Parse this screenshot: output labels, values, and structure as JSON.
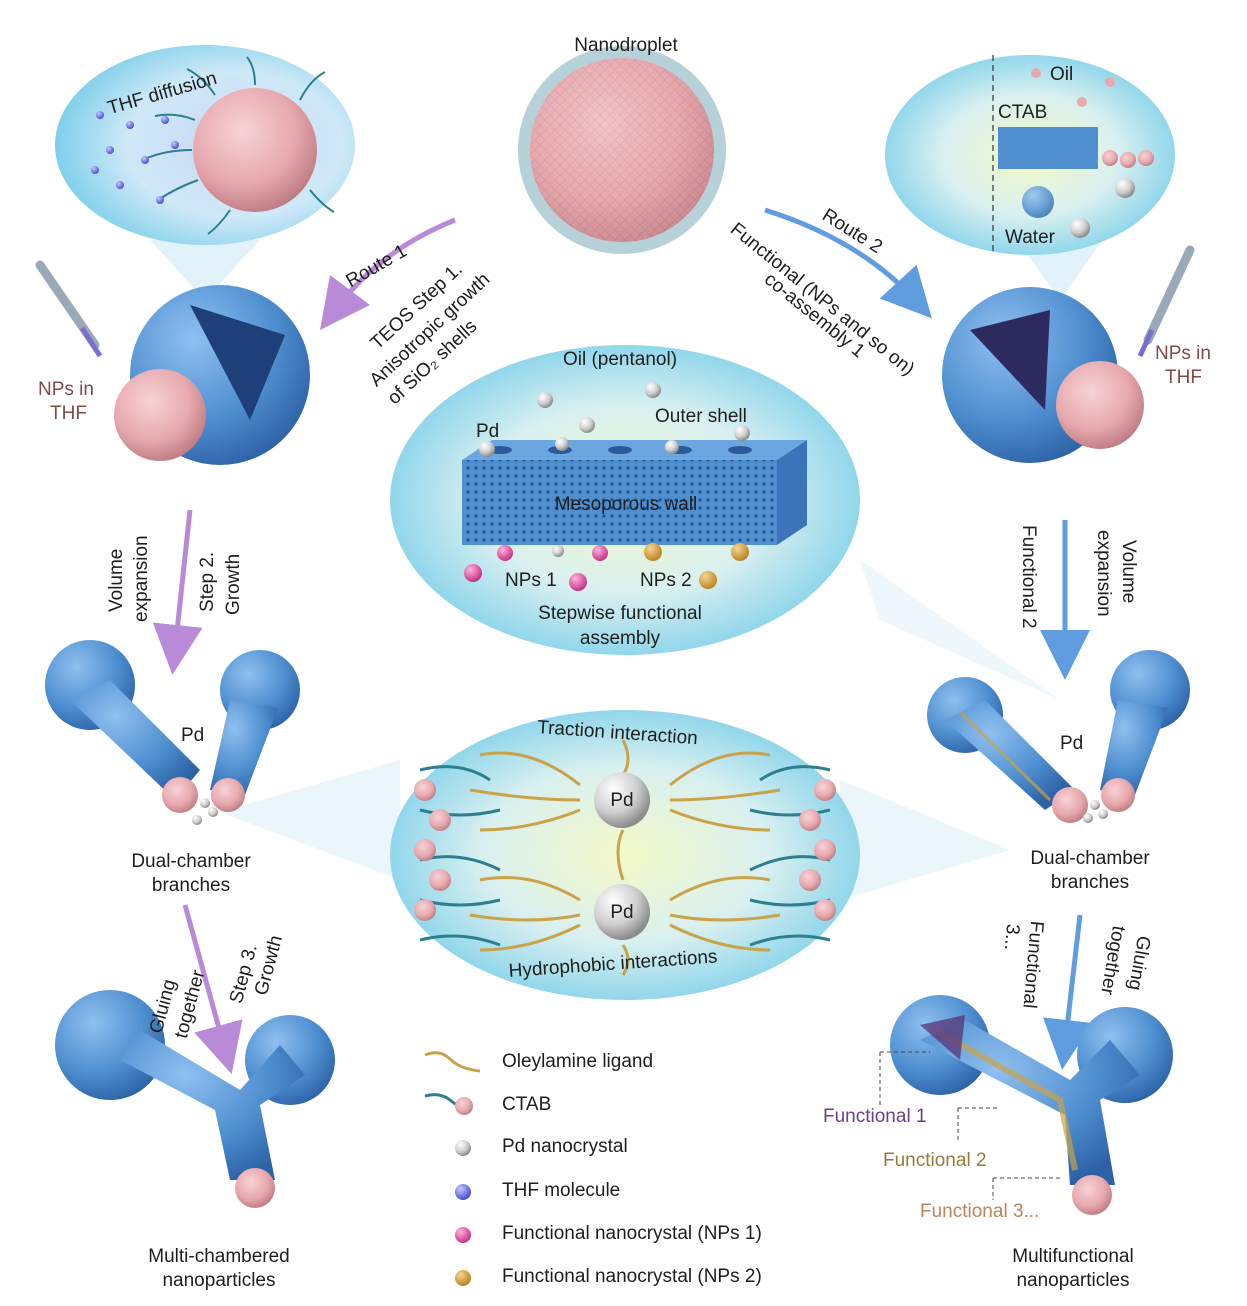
{
  "labels": {
    "nanodroplet": "Nanodroplet",
    "thf_diffusion": "THF diffusion",
    "oil": "Oil",
    "ctab": "CTAB",
    "water": "Water",
    "route1": "Route 1",
    "route1_step_a": "TEOS Step 1.",
    "route1_step_b": "Anisotropic growth",
    "route1_step_c": "of SiO₂ shells",
    "route2": "Route 2",
    "route2_step_a": "Functional (NPs and so on)",
    "route2_step_b": "co-assembly 1",
    "nps_in_left_a": "NPs in",
    "nps_in_left_b": "THF",
    "nps_in_right_a": "NPs in",
    "nps_in_right_b": "THF",
    "oil_pentanol": "Oil (pentanol)",
    "pd_center": "Pd",
    "outer_shell": "Outer shell",
    "mesoporous_wall": "Mesoporous wall",
    "nps1": "NPs 1",
    "nps2": "NPs 2",
    "stepwise_a": "Stepwise functional",
    "stepwise_b": "assembly",
    "volume_expansion_left_a": "Volume",
    "volume_expansion_left_b": "expansion",
    "step2_a": "Step 2.",
    "step2_b": "Growth",
    "functional2_rot": "Functional 2",
    "volume_expansion_right_a": "Volume",
    "volume_expansion_right_b": "expansion",
    "pd_left": "Pd",
    "pd_right": "Pd",
    "traction": "Traction interaction",
    "pd_top": "Pd",
    "pd_bottom": "Pd",
    "hydrophobic": "Hydrophobic interactions",
    "dual_left_a": "Dual-chamber",
    "dual_left_b": "branches",
    "dual_right_a": "Dual-chamber",
    "dual_right_b": "branches",
    "gluing_left_a": "Gluing",
    "gluing_left_b": "together",
    "step3_a": "Step 3.",
    "step3_b": "Growth",
    "functional3_a": "Functional",
    "functional3_b": "3...",
    "gluing_right_a": "Gluing",
    "gluing_right_b": "together",
    "functional1": "Functional 1",
    "functional2": "Functional 2",
    "functional3": "Functional 3...",
    "multi_chambered_a": "Multi-chambered",
    "multi_chambered_b": "nanoparticles",
    "multifunctional_a": "Multifunctional",
    "multifunctional_b": "nanoparticles"
  },
  "legend": [
    {
      "label": "Oleylamine ligand",
      "icon": "oleylamine-line"
    },
    {
      "label": "CTAB",
      "icon": "ctab-molecule"
    },
    {
      "label": "Pd nanocrystal",
      "icon": "grey-sphere"
    },
    {
      "label": "THF molecule",
      "icon": "blue-sphere"
    },
    {
      "label": "Functional nanocrystal (NPs 1)",
      "icon": "pink-sphere"
    },
    {
      "label": "Functional nanocrystal (NPs 2)",
      "icon": "orange-sphere"
    }
  ],
  "colors": {
    "silica_blue": "#4f8fd0",
    "droplet_pink": "#e7a9ae",
    "ctab_teal": "#2d7f8e",
    "oleylamine": "#c9a24a",
    "pd_grey": "#c9c9c9",
    "thf_blue": "#5b5fd6",
    "nps1_pink": "#e05aa6",
    "nps2_orange": "#d9a13d",
    "route1_arrow": "#b98ad8",
    "route2_arrow": "#5f9de0",
    "functional1_text": "#6b3f86",
    "functional2_text": "#9a7a3a",
    "functional3_text": "#b8865a",
    "nps_thf_text": "#7e4a4a"
  }
}
